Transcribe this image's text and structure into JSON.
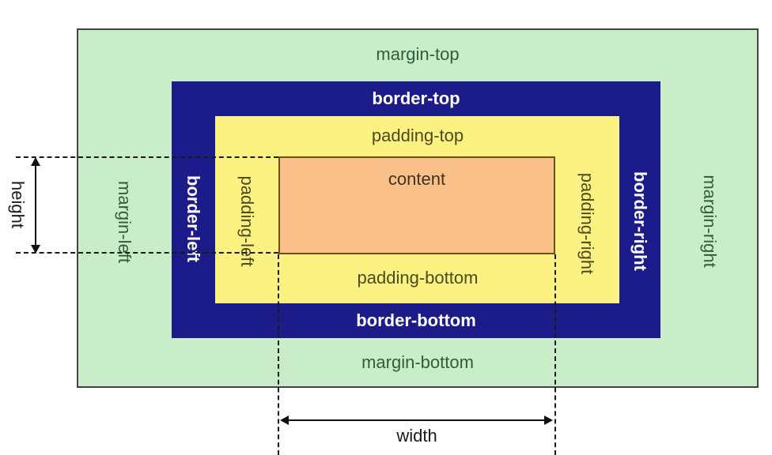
{
  "diagram": {
    "layers": {
      "margin": {
        "top_label": "margin-top",
        "bottom_label": "margin-bottom",
        "left_label": "margin-left",
        "right_label": "margin-right"
      },
      "border": {
        "top_label": "border-top",
        "bottom_label": "border-bottom",
        "left_label": "border-left",
        "right_label": "border-right"
      },
      "padding": {
        "top_label": "padding-top",
        "bottom_label": "padding-bottom",
        "left_label": "padding-left",
        "right_label": "padding-right"
      },
      "content": {
        "label": "content"
      }
    },
    "dimensions": {
      "height_label": "height",
      "width_label": "width"
    },
    "colors": {
      "margin_bg": "#c9ecc9",
      "border_bg": "#1b1b8a",
      "padding_bg": "#fbf282",
      "content_bg": "#f9c189",
      "margin_text": "#2f5e3c",
      "border_text": "#ffffff",
      "padding_text": "#4d491a",
      "content_text": "#43301d",
      "dimension_text": "#1a1a1a"
    }
  }
}
